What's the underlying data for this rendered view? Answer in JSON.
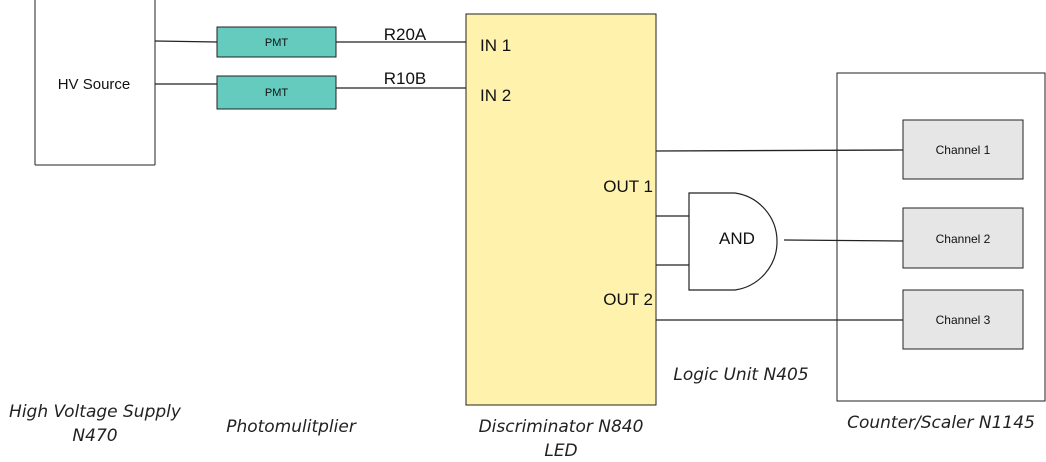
{
  "hv_source": {
    "label": "HV Source",
    "caption_line1": "High Voltage Supply",
    "caption_line2": "N470"
  },
  "pmts": {
    "items": [
      {
        "label": "PMT",
        "signal": "R20A"
      },
      {
        "label": "PMT",
        "signal": "R10B"
      }
    ],
    "caption": "Photomulitplier"
  },
  "discriminator": {
    "inputs": [
      "IN 1",
      "IN 2"
    ],
    "outputs": [
      "OUT 1",
      "OUT 2"
    ],
    "caption_line1": "Discriminator N840",
    "caption_line2": "LED"
  },
  "logic_unit": {
    "gate_label": "AND",
    "caption": "Logic Unit N405"
  },
  "counter": {
    "channels": [
      "Channel 1",
      "Channel 2",
      "Channel 3"
    ],
    "caption": "Counter/Scaler N1145"
  },
  "colors": {
    "pmt_fill": "#66cbbf",
    "discriminator_fill": "#fff2ad",
    "channel_fill": "#e6e6e6",
    "line": "#222222"
  }
}
